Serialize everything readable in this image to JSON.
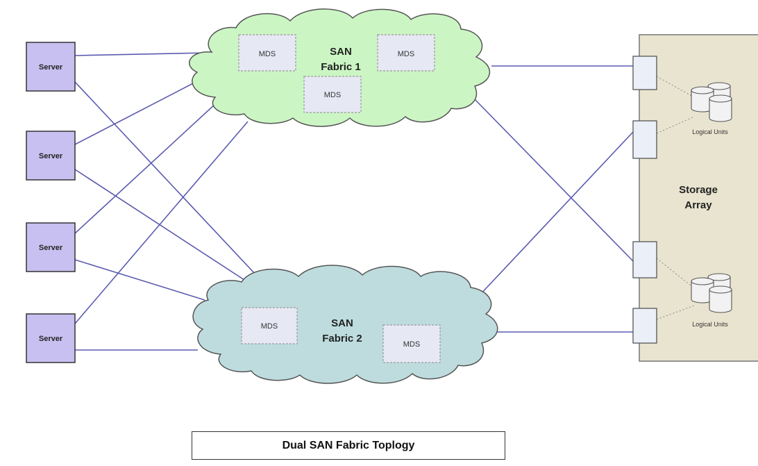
{
  "servers": [
    {
      "label": "Server"
    },
    {
      "label": "Server"
    },
    {
      "label": "Server"
    },
    {
      "label": "Server"
    }
  ],
  "fabrics": [
    {
      "title_line1": "SAN",
      "title_line2": "Fabric 1",
      "switches": [
        "MDS",
        "MDS",
        "MDS"
      ]
    },
    {
      "title_line1": "SAN",
      "title_line2": "Fabric 2",
      "switches": [
        "MDS",
        "MDS"
      ]
    }
  ],
  "storage": {
    "title_line1": "Storage",
    "title_line2": "Array",
    "lun_groups": [
      {
        "label": "Logical Units"
      },
      {
        "label": "Logical Units"
      }
    ]
  },
  "caption": "Dual SAN Fabric Toplogy",
  "colors": {
    "server_fill": "#c8c0f0",
    "fabric1_fill": "#ccf5c4",
    "fabric2_fill": "#bedcde",
    "storage_fill": "#e9e4cf",
    "port_fill": "#eaeff8",
    "link": "#5a5ab0",
    "switch_fill": "#e6e8f4"
  }
}
